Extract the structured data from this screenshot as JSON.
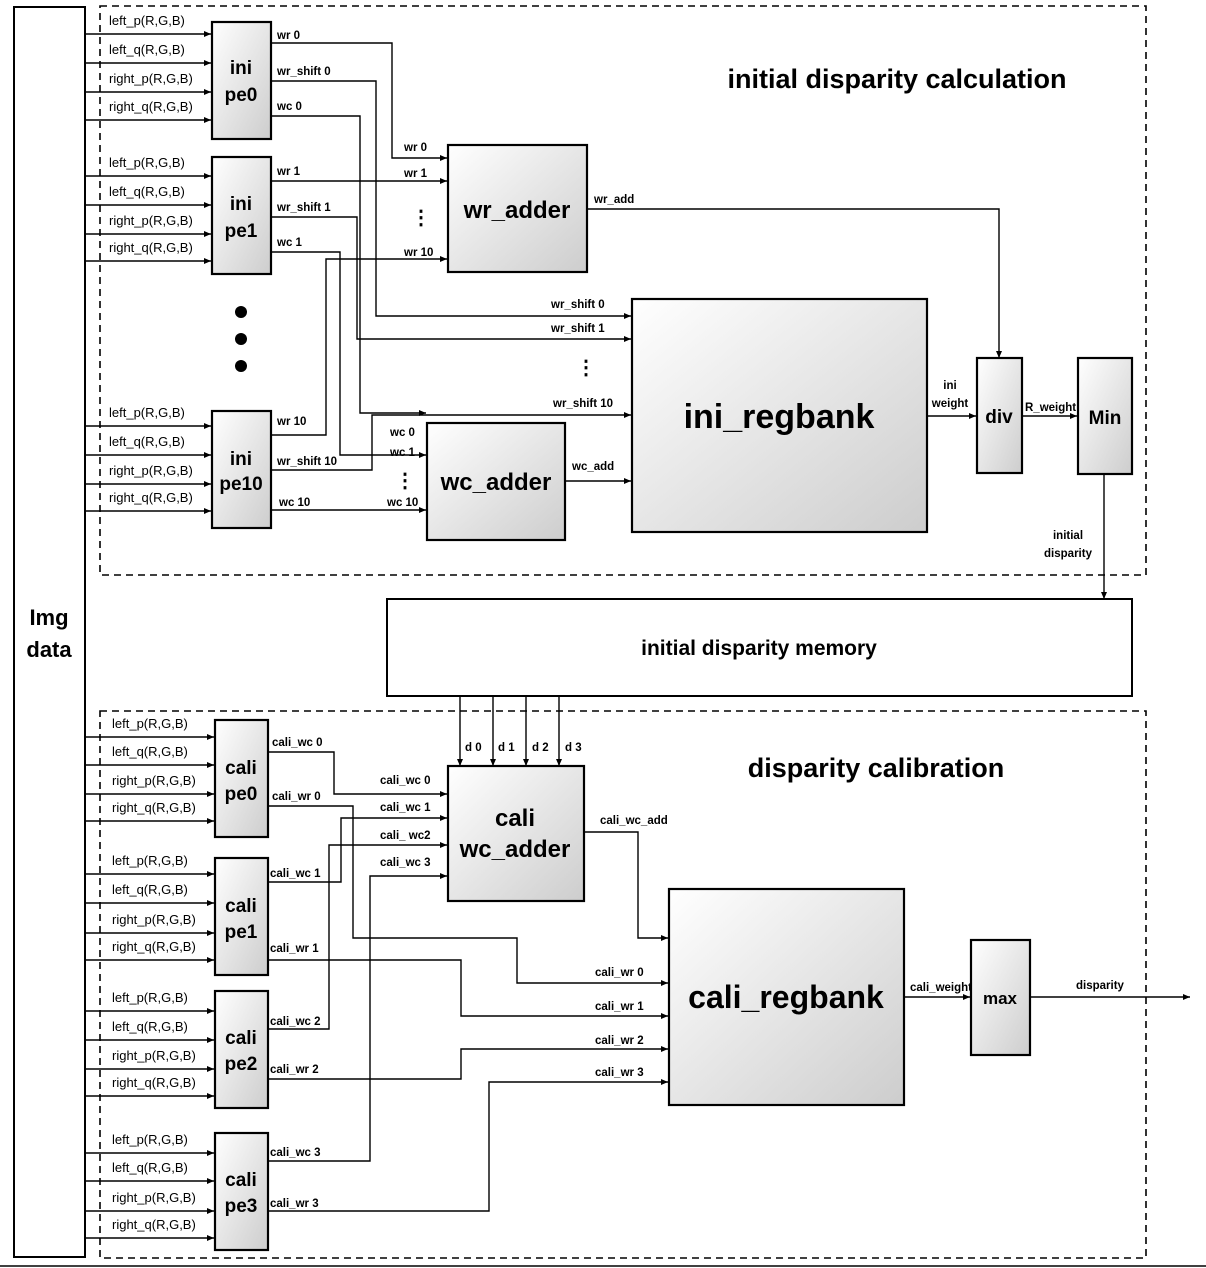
{
  "img_data": {
    "line1": "Img",
    "line2": "data"
  },
  "sections": {
    "initial": "initial disparity calculation",
    "calibration": "disparity calibration"
  },
  "pe_inputs": [
    "left_p(R,G,B)",
    "left_q(R,G,B)",
    "right_p(R,G,B)",
    "right_q(R,G,B)"
  ],
  "ini_pes": [
    {
      "l1": "ini",
      "l2": "pe0",
      "o1": "wr 0",
      "o2": "wr_shift 0",
      "o3": "wc 0"
    },
    {
      "l1": "ini",
      "l2": "pe1",
      "o1": "wr 1",
      "o2": "wr_shift 1",
      "o3": "wc 1"
    },
    {
      "l1": "ini",
      "l2": "pe10",
      "o1": "wr 10",
      "o2": "wr_shift 10",
      "o3": "wc 10"
    }
  ],
  "cali_pes": [
    {
      "l1": "cali",
      "l2": "pe0",
      "o1": "cali_wc 0",
      "o2": "cali_wr 0"
    },
    {
      "l1": "cali",
      "l2": "pe1",
      "o1": "cali_wc 1",
      "o2": "cali_wr 1"
    },
    {
      "l1": "cali",
      "l2": "pe2",
      "o1": "cali_wc 2",
      "o2": "cali_wr 2"
    },
    {
      "l1": "cali",
      "l2": "pe3",
      "o1": "cali_wc 3",
      "o2": "cali_wr 3"
    }
  ],
  "wr_adder": {
    "title": "wr_adder",
    "in": [
      "wr 0",
      "wr 1",
      "wr 10"
    ],
    "out": "wr_add"
  },
  "wc_adder": {
    "title": "wc_adder",
    "in": [
      "wc 0",
      "wc 1",
      "wc 10"
    ],
    "out": "wc_add"
  },
  "ini_regbank": {
    "title": "ini_regbank",
    "in": [
      "wr_shift 0",
      "wr_shift 1",
      "wr_shift 10"
    ],
    "out1": "ini",
    "out2": "weight"
  },
  "div": {
    "title": "div",
    "out": "R_weight"
  },
  "min": {
    "title": "Min",
    "out1": "initial",
    "out2": "disparity"
  },
  "memory": {
    "title": "initial disparity memory",
    "outs": [
      "d 0",
      "d 1",
      "d 2",
      "d 3"
    ]
  },
  "cali_wc_adder": {
    "l1": "cali",
    "l2": "wc_adder",
    "in": [
      "cali_wc 0",
      "cali_wc 1",
      "cali_ wc2",
      "cali_wc 3"
    ],
    "out": "cali_wc_add"
  },
  "cali_regbank": {
    "title": "cali_regbank",
    "in": [
      "cali_wr 0",
      "cali_wr 1",
      "cali_wr 2",
      "cali_wr 3"
    ],
    "out": "cali_weight"
  },
  "max": {
    "title": "max",
    "out": "disparity"
  }
}
